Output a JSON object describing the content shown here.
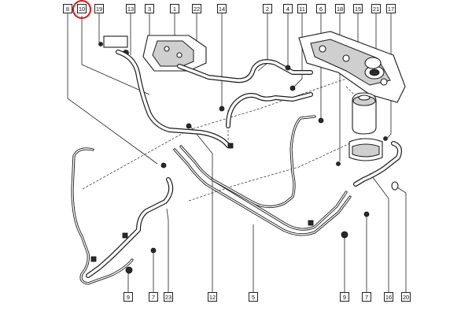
{
  "diagram": {
    "top_callouts": [
      "8",
      "10",
      "19",
      "13",
      "3",
      "1",
      "22",
      "14",
      "2",
      "4",
      "11",
      "6",
      "18",
      "15",
      "21",
      "17"
    ],
    "bottom_callouts": [
      "9",
      "7",
      "23",
      "12",
      "5",
      "9",
      "7",
      "16",
      "20"
    ],
    "highlighted_callout": "10",
    "highlight_color": "#d9141c",
    "line_color": "#1b1b1b"
  }
}
